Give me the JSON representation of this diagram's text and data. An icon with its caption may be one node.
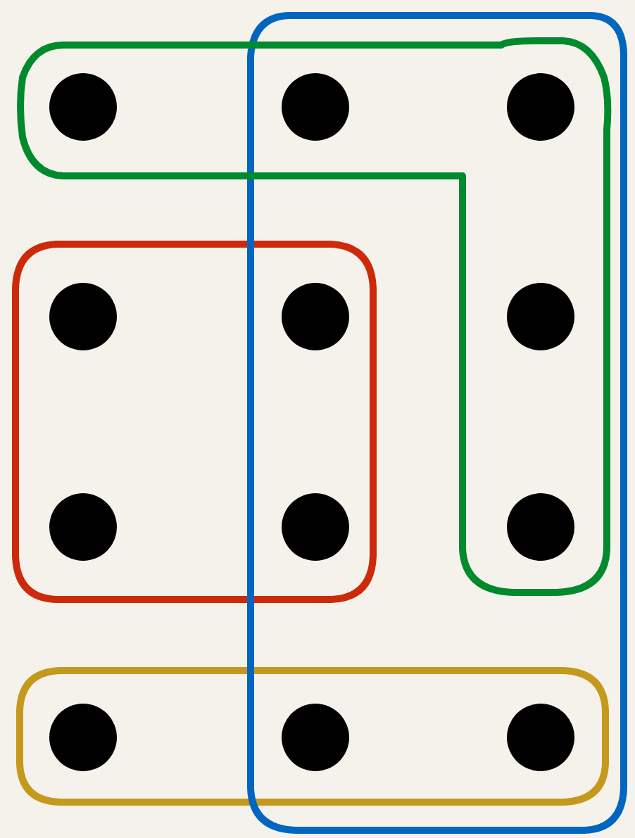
{
  "diagram": {
    "nodes": [
      {
        "text": [],
        "shape": "box"
      },
      {
        "text": [],
        "shape": "box"
      },
      {
        "text": [],
        "shape": "box"
      },
      {
        "text": [],
        "shape": "box"
      },
      {
        "text": [],
        "shape": "circle",
        "in": 0
      },
      {
        "text": [],
        "shape": "circle"
      },
      {
        "text": [],
        "shape": "circle"
      },
      {
        "text": [],
        "shape": "circle",
        "in": 2
      },
      {
        "text": [],
        "shape": "circle"
      },
      {
        "text": [],
        "shape": "circle"
      },
      {
        "text": [],
        "shape": "circle",
        "in": 2
      },
      {
        "text": [],
        "shape": "circle"
      },
      {
        "text": [],
        "shape": "circle"
      },
      {
        "text": [],
        "shape": "circle",
        "in": 3
      },
      {
        "text": [],
        "shape": "circle"
      },
      {
        "text": [],
        "shape": "circle"
      }
    ]
  }
}
